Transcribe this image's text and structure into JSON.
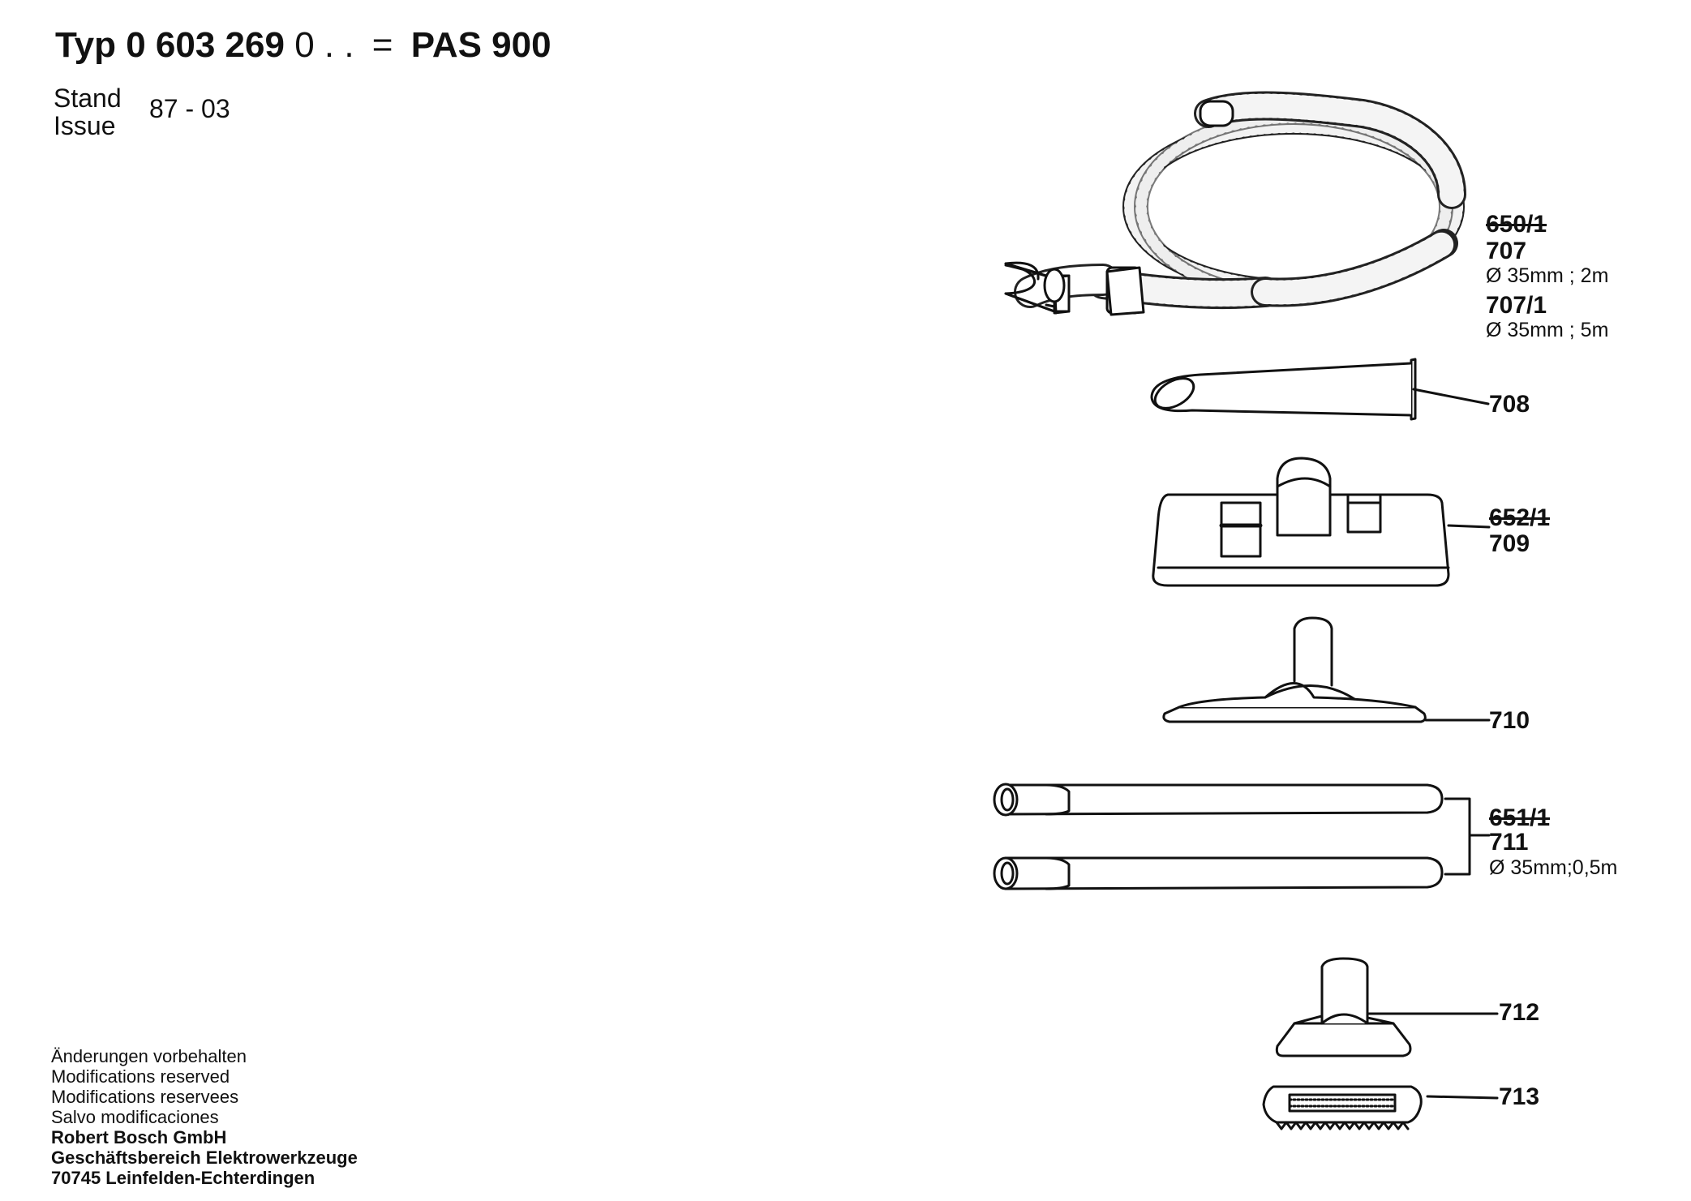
{
  "header": {
    "typ_label": "Typ",
    "typ_number_main": "0 603 269",
    "typ_number_suffix": "0 . .",
    "equals": "=",
    "model": "PAS 900",
    "stand_label": "Stand",
    "issue_label": "Issue",
    "issue_date": "87 - 03"
  },
  "parts": {
    "hose": {
      "old_no": "650/1",
      "no_a": "707",
      "spec_a": "Ø 35mm ; 2m",
      "no_b": "707/1",
      "spec_b": "Ø 35mm ; 5m"
    },
    "crevice_nozzle": {
      "no": "708"
    },
    "floor_nozzle": {
      "old_no": "652/1",
      "no": "709"
    },
    "wet_nozzle": {
      "no": "710"
    },
    "extension_tubes": {
      "old_no": "651/1",
      "no": "711",
      "spec": "Ø 35mm;0,5m"
    },
    "upholstery_nozzle": {
      "no": "712"
    },
    "brush_insert": {
      "no": "713"
    }
  },
  "footer": {
    "line1": "Änderungen vorbehalten",
    "line2": "Modifications reserved",
    "line3": "Modifications reservees",
    "line4": "Salvo modificaciones",
    "company": "Robert Bosch GmbH",
    "division": "Geschäftsbereich Elektrowerkzeuge",
    "address": "70745 Leinfelden-Echterdingen"
  }
}
